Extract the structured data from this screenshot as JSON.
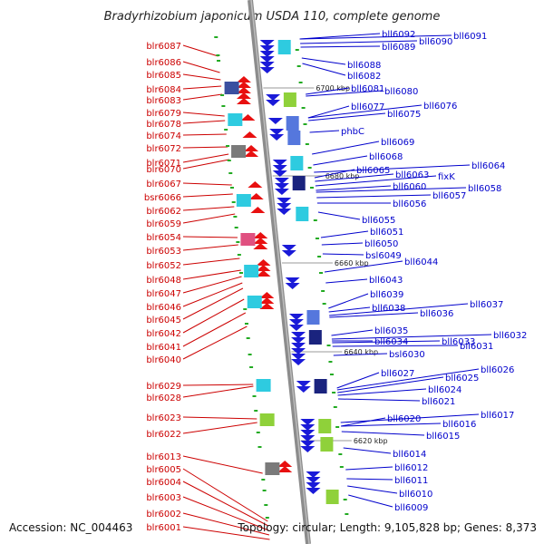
{
  "title": "Bradyrhizobium japonicum USDA 110, complete genome",
  "footer": {
    "accession": "Accession: NC_004463",
    "summary": "Topology: circular; Length: 9,105,828 bp; Genes: 8,373"
  },
  "kbp_marks": [
    "6700 kbp",
    "6680 kbp",
    "6660 kbp",
    "6640 kbp",
    "6620 kbp"
  ],
  "left_labels": [
    "blr6087",
    "blr6086",
    "blr6085",
    "blr6084",
    "blr6083",
    "blr6079",
    "blr6078",
    "blr6074",
    "blr6072",
    "blr6071",
    "blr6070",
    "blr6067",
    "bsr6066",
    "blr6062",
    "blr6059",
    "blr6054",
    "blr6053",
    "blr6052",
    "blr6048",
    "blr6047",
    "blr6046",
    "blr6045",
    "blr6042",
    "blr6041",
    "blr6040",
    "blr6029",
    "blr6028",
    "blr6023",
    "blr6022",
    "blr6013",
    "blr6005",
    "blr6004",
    "blr6003",
    "blr6002",
    "blr6001"
  ],
  "right_labels": [
    "bll6092",
    "bll6091",
    "bll6090",
    "bll6089",
    "bll6088",
    "bll6082",
    "bll6081",
    "bll6080",
    "bll6077",
    "bll6076",
    "bll6075",
    "phbC",
    "bll6069",
    "bll6068",
    "bll6065",
    "bll6064",
    "bll6063",
    "fixK",
    "bll6060",
    "bll6058",
    "bll6057",
    "bll6056",
    "bll6055",
    "bll6051",
    "bll6050",
    "bsl6049",
    "bll6044",
    "bll6043",
    "bll6039",
    "bll6038",
    "bll6037",
    "bll6036",
    "bll6035",
    "bll6034",
    "bll6033",
    "bll6032",
    "bll6031",
    "bsl6030",
    "bll6027",
    "bll6026",
    "bll6025",
    "bll6024",
    "bll6021",
    "bll6020",
    "bll6017",
    "bll6016",
    "bll6015",
    "bll6014",
    "bll6012",
    "bll6011",
    "bll6010",
    "bll6009"
  ]
}
